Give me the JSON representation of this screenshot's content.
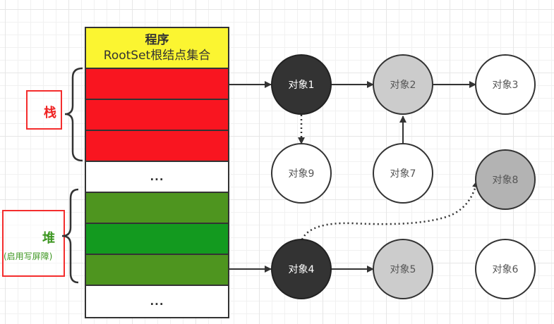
{
  "root_set": {
    "title_line1": "程序",
    "title_line2": "RootSet根结点集合",
    "rows": [
      {
        "kind": "stack",
        "color": "#f91520",
        "text": ""
      },
      {
        "kind": "stack",
        "color": "#f91520",
        "text": ""
      },
      {
        "kind": "stack",
        "color": "#f91520",
        "text": ""
      },
      {
        "kind": "ellipsis",
        "color": "#ffffff",
        "text": "..."
      },
      {
        "kind": "heap",
        "color": "#4e951f",
        "text": ""
      },
      {
        "kind": "heap",
        "color": "#139a1f",
        "text": ""
      },
      {
        "kind": "heap",
        "color": "#4e951f",
        "text": ""
      },
      {
        "kind": "ellipsis",
        "color": "#ffffff",
        "text": "..."
      }
    ]
  },
  "labels": {
    "stack": "栈",
    "heap": "堆",
    "heap_note": "(启用写屏障)"
  },
  "colors": {
    "black": "#333333",
    "gray": "#cccccc",
    "dark_gray": "#b3b3b3",
    "white": "#ffffff"
  },
  "objects": [
    {
      "id": "obj1",
      "label": "对象1",
      "color": "black"
    },
    {
      "id": "obj2",
      "label": "对象2",
      "color": "gray"
    },
    {
      "id": "obj3",
      "label": "对象3",
      "color": "white"
    },
    {
      "id": "obj9",
      "label": "对象9",
      "color": "white"
    },
    {
      "id": "obj7",
      "label": "对象7",
      "color": "white"
    },
    {
      "id": "obj8",
      "label": "对象8",
      "color": "dark_gray"
    },
    {
      "id": "obj4",
      "label": "对象4",
      "color": "black"
    },
    {
      "id": "obj5",
      "label": "对象5",
      "color": "gray"
    },
    {
      "id": "obj6",
      "label": "对象6",
      "color": "white"
    }
  ],
  "edges": [
    {
      "from": "stack-row-1",
      "to": "obj1",
      "style": "solid"
    },
    {
      "from": "obj1",
      "to": "obj2",
      "style": "solid"
    },
    {
      "from": "obj2",
      "to": "obj3",
      "style": "solid"
    },
    {
      "from": "obj1",
      "to": "obj9",
      "style": "dotted"
    },
    {
      "from": "obj7",
      "to": "obj2",
      "style": "solid"
    },
    {
      "from": "heap-row-3",
      "to": "obj4",
      "style": "solid"
    },
    {
      "from": "obj4",
      "to": "obj5",
      "style": "solid"
    },
    {
      "from": "obj4",
      "to": "obj8",
      "style": "dotted"
    }
  ]
}
